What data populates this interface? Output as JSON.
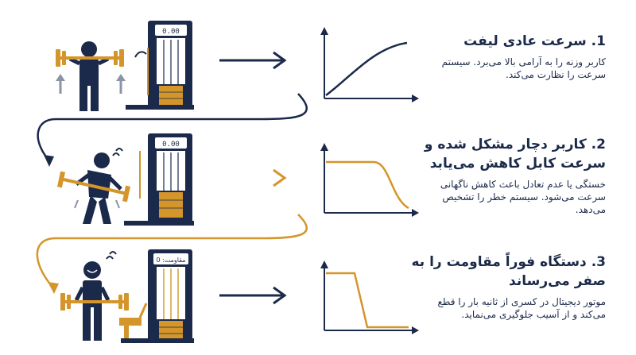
{
  "colors": {
    "navy": "#1b2a4a",
    "orange": "#d4952b",
    "grey": "#8a94a6"
  },
  "steps": [
    {
      "title": "1. سرعت عادی لیفت",
      "desc": "کاربر وزنه را به آرامی بالا می‌برد. سیستم سرعت را نظارت می‌کند.",
      "display": "0.00",
      "graph": "rising-curve"
    },
    {
      "title": "2. کاربر دچار مشکل شده و سرعت کابل کاهش می‌یابد",
      "desc": "خستگی یا عدم تعادل باعث کاهش ناگهانی سرعت می‌شود. سیستم خطر را تشخیص می‌دهد.",
      "display": "0.00",
      "graph": "gradual-drop"
    },
    {
      "title": "3. دستگاه فوراً مقاومت را به صفر می‌رساند",
      "desc": "موتور دیجیتال در کسری از ثانیه بار را قطع می‌کند و از آسیب جلوگیری می‌نماید.",
      "display": "مقاومت: 0",
      "graph": "sharp-drop"
    }
  ]
}
